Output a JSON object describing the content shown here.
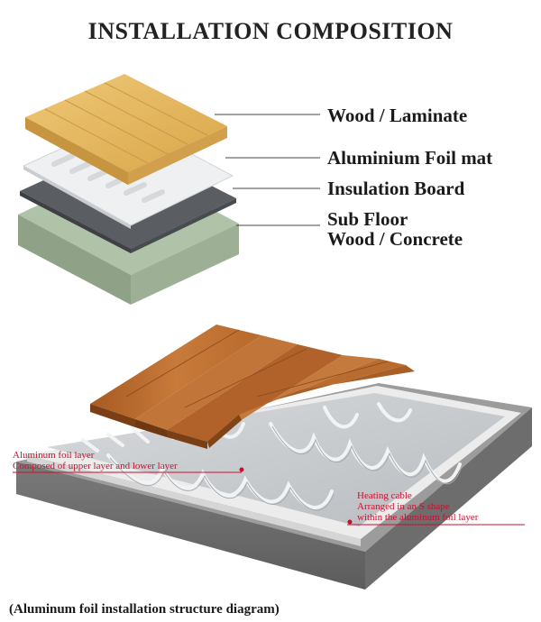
{
  "title": "INSTALLATION COMPOSITION",
  "layers": {
    "wood": "Wood / Laminate",
    "foil": "Aluminium Foil mat",
    "insulation": "Insulation Board",
    "subfloor_line1": "Sub Floor",
    "subfloor_line2": "Wood / Concrete"
  },
  "annotations": {
    "foil_layer_title": "Aluminum foil layer",
    "foil_layer_desc": "Composed of upper layer and lower layer",
    "cable_title": "Heating cable",
    "cable_desc_line1": "Arranged in an S shape",
    "cable_desc_line2": "within the aluminum foil layer"
  },
  "caption": "(Aluminum foil installation structure diagram)",
  "colors": {
    "wood": "#e0b25a",
    "foil": "#eceef0",
    "insulation": "#55585d",
    "subfloor": "#a9baa0",
    "annotation_red": "#c8102e"
  }
}
